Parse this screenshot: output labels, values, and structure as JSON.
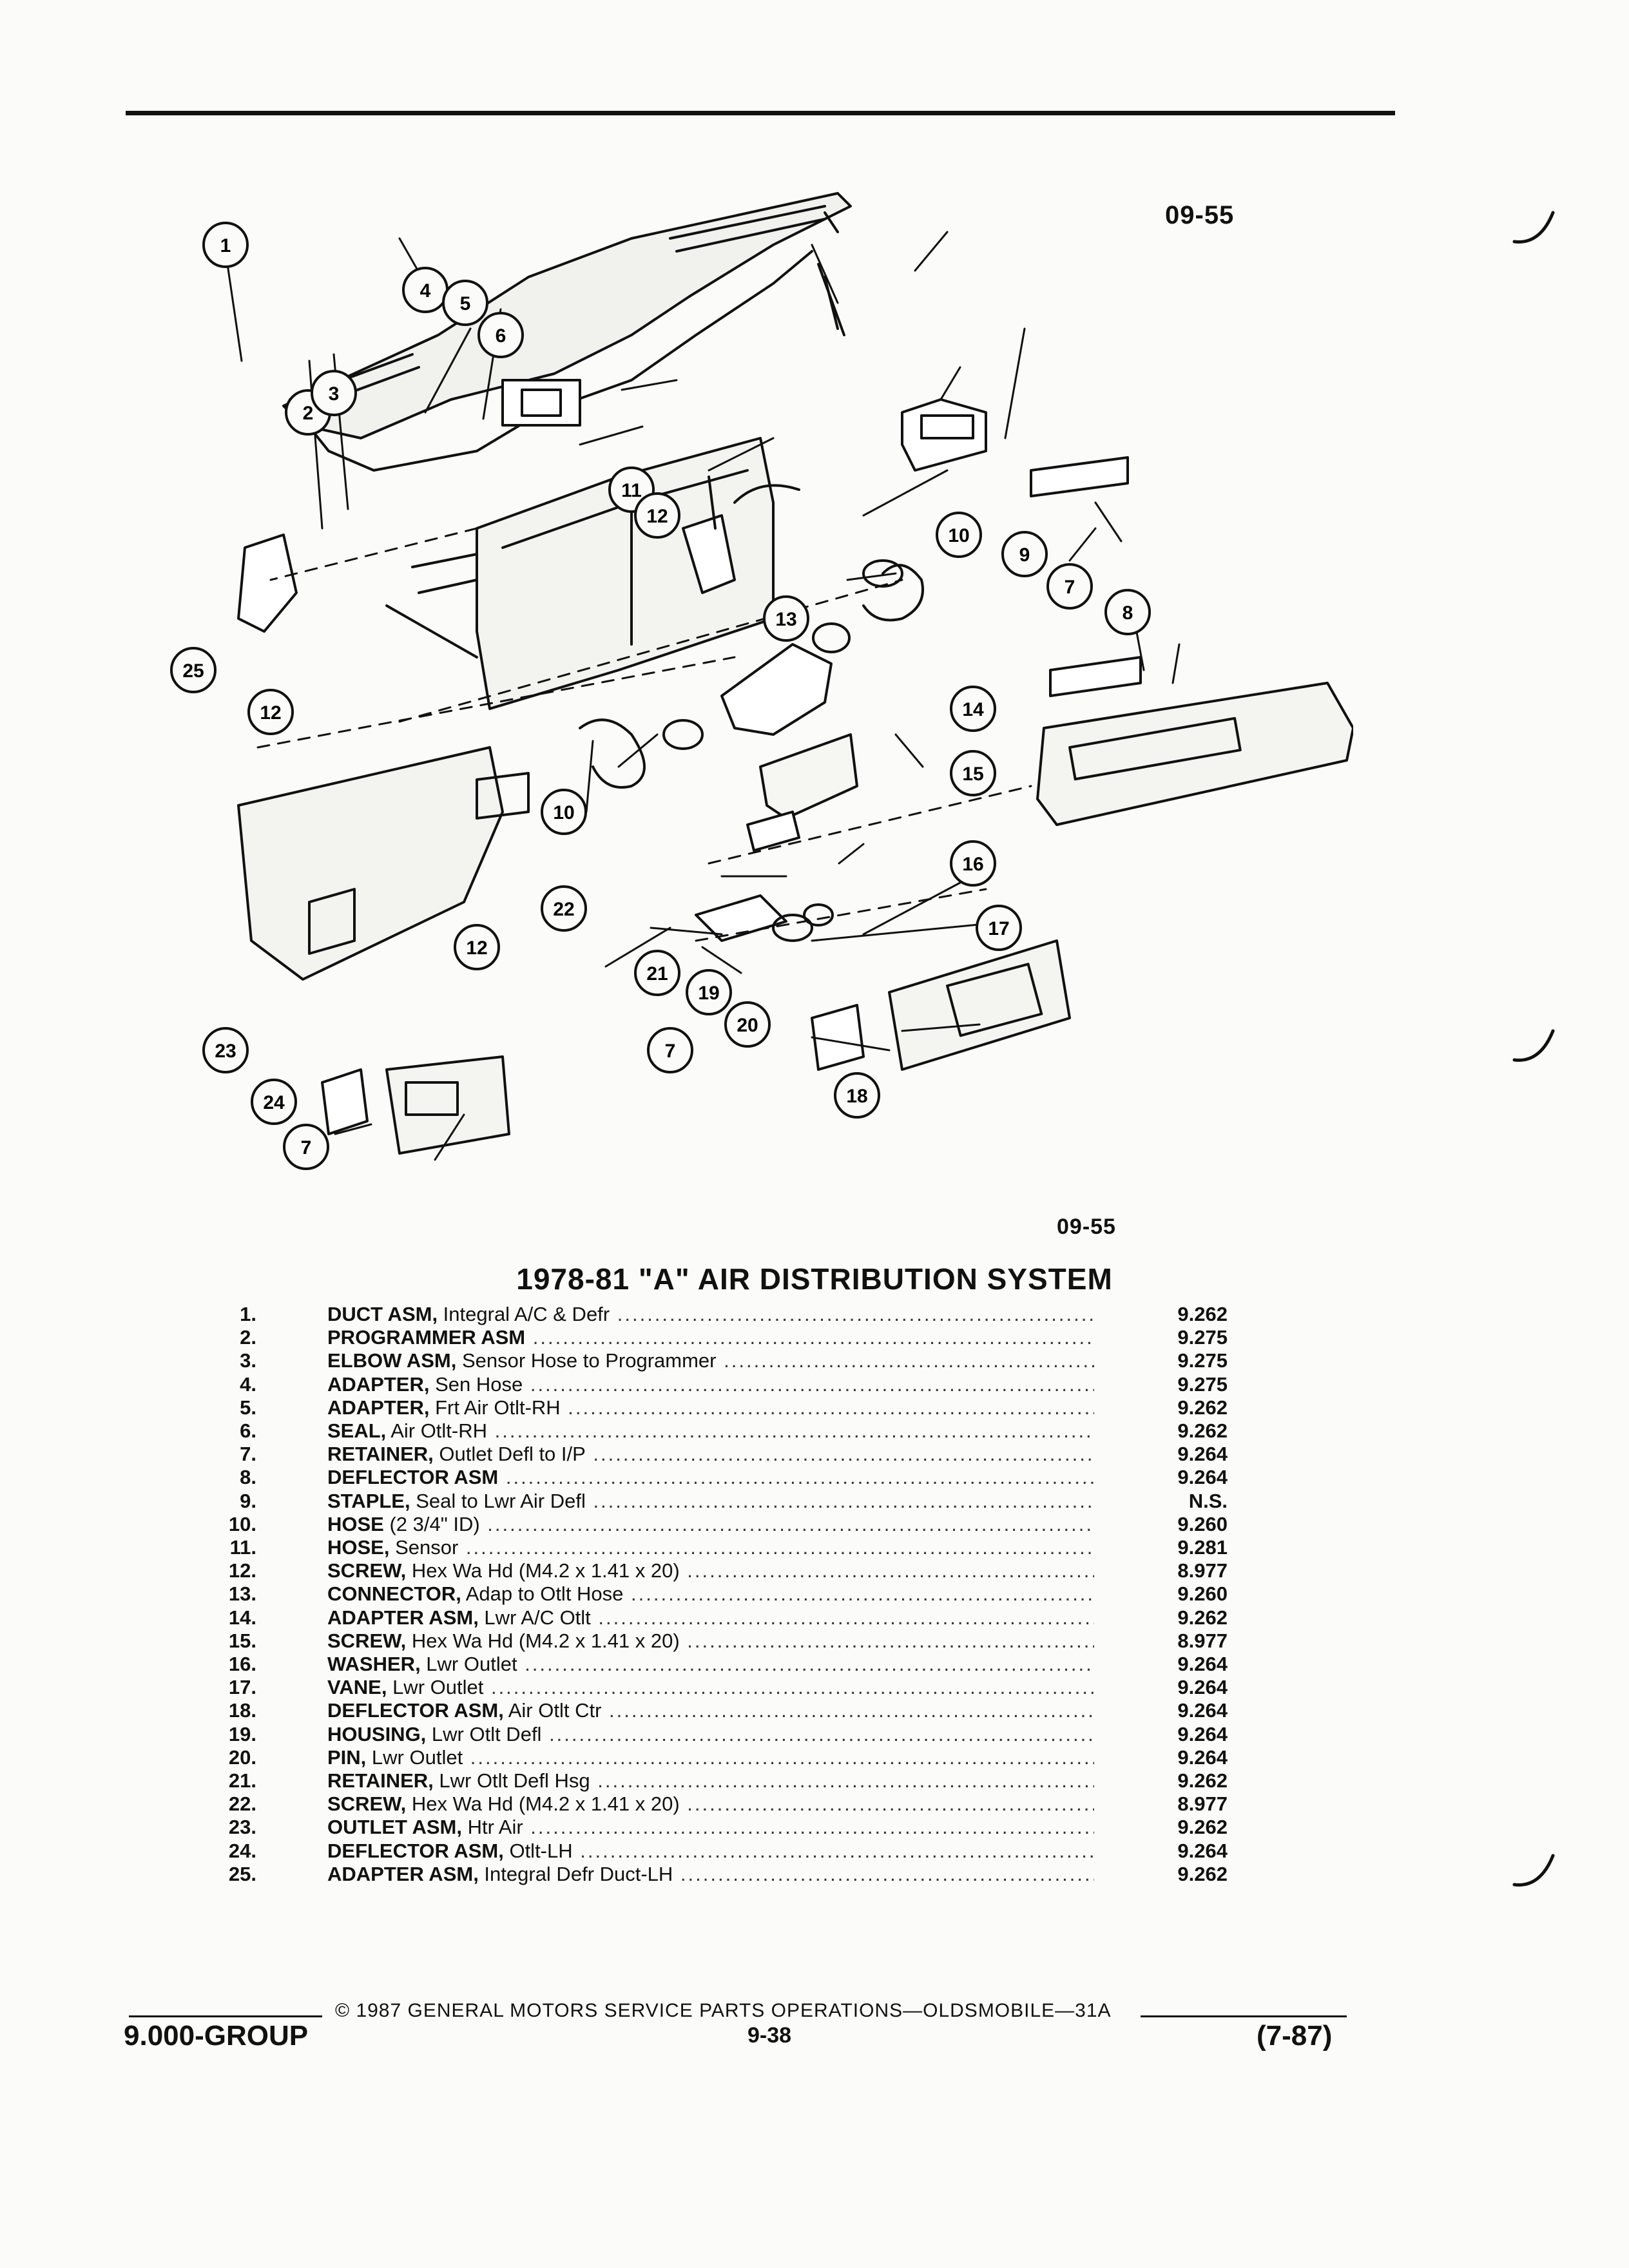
{
  "figure_code_top": "09-55",
  "figure_code_bottom": "09-55",
  "callouts": [
    "1",
    "2",
    "3",
    "4",
    "5",
    "6",
    "7",
    "8",
    "9",
    "10",
    "11",
    "12",
    "13",
    "14",
    "15",
    "16",
    "17",
    "18",
    "19",
    "20",
    "21",
    "22",
    "23",
    "24",
    "25"
  ],
  "title": "1978-81 \"A\" AIR DISTRIBUTION SYSTEM",
  "parts": [
    {
      "num": "1.",
      "name": "DUCT ASM,",
      "detail": "Integral A/C & Defr",
      "ref": "9.262"
    },
    {
      "num": "2.",
      "name": "PROGRAMMER ASM",
      "detail": "",
      "ref": "9.275"
    },
    {
      "num": "3.",
      "name": "ELBOW ASM,",
      "detail": "Sensor Hose to Programmer",
      "ref": "9.275"
    },
    {
      "num": "4.",
      "name": "ADAPTER,",
      "detail": "Sen Hose",
      "ref": "9.275"
    },
    {
      "num": "5.",
      "name": "ADAPTER,",
      "detail": "Frt Air Otlt-RH",
      "ref": "9.262"
    },
    {
      "num": "6.",
      "name": "SEAL,",
      "detail": "Air Otlt-RH",
      "ref": "9.262"
    },
    {
      "num": "7.",
      "name": "RETAINER,",
      "detail": "Outlet Defl to I/P",
      "ref": "9.264"
    },
    {
      "num": "8.",
      "name": "DEFLECTOR ASM",
      "detail": "",
      "ref": "9.264"
    },
    {
      "num": "9.",
      "name": "STAPLE,",
      "detail": "Seal to Lwr Air Defl",
      "ref": "N.S."
    },
    {
      "num": "10.",
      "name": "HOSE",
      "detail": "(2 3/4\" ID)",
      "ref": "9.260"
    },
    {
      "num": "11.",
      "name": "HOSE,",
      "detail": "Sensor",
      "ref": "9.281"
    },
    {
      "num": "12.",
      "name": "SCREW,",
      "detail": "Hex Wa Hd (M4.2 x 1.41 x 20)",
      "ref": "8.977"
    },
    {
      "num": "13.",
      "name": "CONNECTOR,",
      "detail": "Adap to Otlt Hose",
      "ref": "9.260"
    },
    {
      "num": "14.",
      "name": "ADAPTER ASM,",
      "detail": "Lwr A/C Otlt",
      "ref": "9.262"
    },
    {
      "num": "15.",
      "name": "SCREW,",
      "detail": "Hex Wa Hd (M4.2 x 1.41 x 20)",
      "ref": "8.977"
    },
    {
      "num": "16.",
      "name": "WASHER,",
      "detail": "Lwr Outlet",
      "ref": "9.264"
    },
    {
      "num": "17.",
      "name": "VANE,",
      "detail": "Lwr Outlet",
      "ref": "9.264"
    },
    {
      "num": "18.",
      "name": "DEFLECTOR ASM,",
      "detail": "Air Otlt Ctr",
      "ref": "9.264"
    },
    {
      "num": "19.",
      "name": "HOUSING,",
      "detail": "Lwr Otlt Defl",
      "ref": "9.264"
    },
    {
      "num": "20.",
      "name": "PIN,",
      "detail": "Lwr Outlet",
      "ref": "9.264"
    },
    {
      "num": "21.",
      "name": "RETAINER,",
      "detail": "Lwr Otlt Defl Hsg",
      "ref": "9.262"
    },
    {
      "num": "22.",
      "name": "SCREW,",
      "detail": "Hex Wa Hd (M4.2 x 1.41 x 20)",
      "ref": "8.977"
    },
    {
      "num": "23.",
      "name": "OUTLET ASM,",
      "detail": "Htr Air",
      "ref": "9.262"
    },
    {
      "num": "24.",
      "name": "DEFLECTOR ASM,",
      "detail": "Otlt-LH",
      "ref": "9.264"
    },
    {
      "num": "25.",
      "name": "ADAPTER ASM,",
      "detail": "Integral Defr Duct-LH",
      "ref": "9.262"
    }
  ],
  "footer": {
    "copyright": "© 1987 GENERAL MOTORS SERVICE PARTS OPERATIONS—OLDSMOBILE—31A",
    "group": "9.000-GROUP",
    "page": "9-38",
    "date": "(7-87)"
  }
}
